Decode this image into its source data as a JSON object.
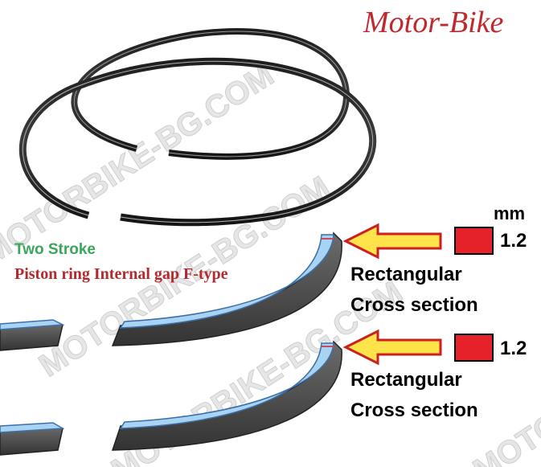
{
  "brand": {
    "name": "Motor-Bike"
  },
  "labels": {
    "stroke_type": "Two Stroke",
    "ring_type": "Piston ring Internal gap F-type"
  },
  "specs": {
    "unit": "mm",
    "items": [
      {
        "value": "1.2",
        "shape": "Rectangular",
        "description": "Cross section"
      },
      {
        "value": "1.2",
        "shape": "Rectangular",
        "description": "Cross section"
      }
    ]
  },
  "watermark": {
    "text": "MOTORBIKE-BG.COM"
  },
  "colors": {
    "brand_red": "#c0282e",
    "stroke_green": "#3aa65a",
    "ring_label_red": "#b32a2e",
    "arrow_yellow": "#ffe34a",
    "arrow_outline": "#cc1f1f",
    "swatch_red": "#e5212a",
    "ring_blue": "#a9d3f2",
    "ring_dark": "#2e2e2e"
  }
}
